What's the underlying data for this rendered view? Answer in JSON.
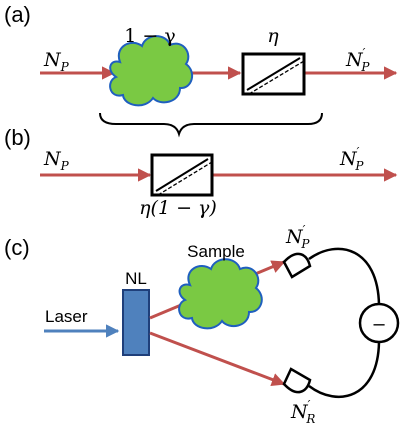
{
  "panels": {
    "a": {
      "label": "(a)",
      "input": {
        "base": "N",
        "sub": "P",
        "prime": ""
      },
      "output": {
        "base": "N",
        "sub": "P",
        "prime": "′"
      },
      "loss_label": "1 − γ",
      "splitter_label": "η"
    },
    "b": {
      "label": "(b)",
      "input": {
        "base": "N",
        "sub": "P",
        "prime": ""
      },
      "output": {
        "base": "N",
        "sub": "P",
        "prime": "′"
      },
      "splitter_label": "η(1 − γ)"
    },
    "c": {
      "label": "(c)",
      "source_label": "Laser",
      "crystal_label": "NL",
      "sample_label": "Sample",
      "detector_probe": {
        "base": "N",
        "sub": "P",
        "prime": "′"
      },
      "detector_reference": {
        "base": "N",
        "sub": "R",
        "prime": "′"
      },
      "subtraction_symbol": "–"
    }
  },
  "colors": {
    "beam": "#c0504d",
    "laser": "#4f81bd",
    "sample_fill": "#7ac943",
    "sample_stroke": "#1f5fbf",
    "crystal_fill": "#4f81bd",
    "crystal_stroke": "#1f3f7a",
    "ink": "#000000"
  }
}
